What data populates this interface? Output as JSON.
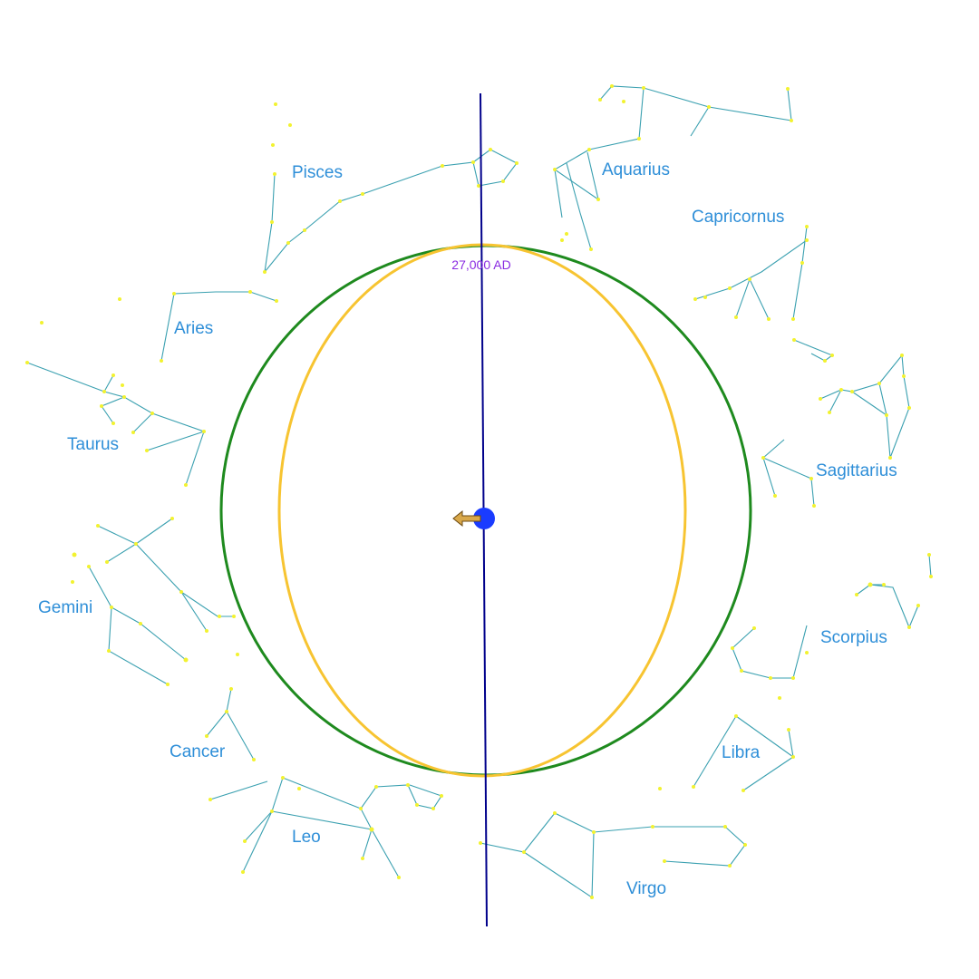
{
  "year_label": "27,000 AD",
  "colors": {
    "orbit": "#1e8a1e",
    "precession_ellipse": "#f7c431",
    "axis": "#00008b",
    "earth": "#1a3cff",
    "arrow": "#d9a84a",
    "constellation_lines": "#3aa0b0",
    "stars": "#f2f230",
    "labels": "#2f8fd8",
    "year_text": "#8a2be2"
  },
  "constellations": {
    "pisces": "Pisces",
    "aquarius": "Aquarius",
    "capricornus": "Capricornus",
    "aries": "Aries",
    "taurus": "Taurus",
    "sagittarius": "Sagittarius",
    "gemini": "Gemini",
    "scorpius": "Scorpius",
    "cancer": "Cancer",
    "libra": "Libra",
    "leo": "Leo",
    "virgo": "Virgo"
  }
}
